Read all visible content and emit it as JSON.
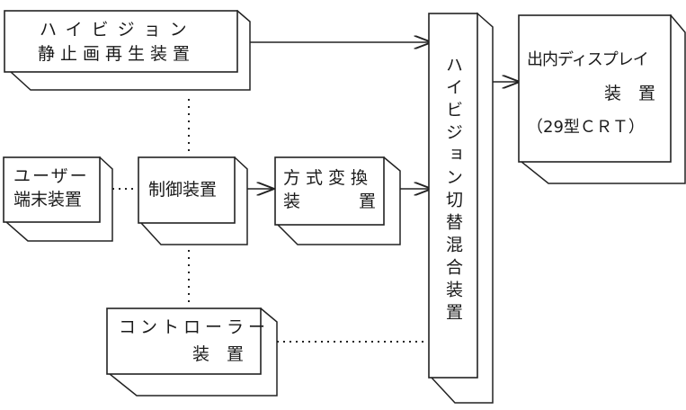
{
  "diagram": {
    "title": "",
    "blocks": {
      "hivision_still": {
        "line1": "ハイビジョン",
        "line2": "静止画再生装置"
      },
      "user_terminal": {
        "line1": "ユーザー",
        "line2": "端末装置"
      },
      "controller_unit": {
        "line1": "制御装置"
      },
      "format_converter": {
        "line1": "方式変換",
        "line2_left": "装",
        "line2_right": "置"
      },
      "switch_mixer": {
        "label": "ハイビジョン切替混合装置"
      },
      "display": {
        "line1": "出内ディスプレイ",
        "line2": "装　置",
        "line3": "（29型ＣＲＴ）"
      },
      "controller": {
        "line1": "コントローラー",
        "line2": "装　置"
      }
    },
    "connections": [
      {
        "from": "hivision_still",
        "to": "switch_mixer",
        "style": "solid-arrow"
      },
      {
        "from": "switch_mixer",
        "to": "display",
        "style": "solid-arrow"
      },
      {
        "from": "controller_unit",
        "to": "format_converter",
        "style": "solid-arrow"
      },
      {
        "from": "format_converter",
        "to": "switch_mixer",
        "style": "solid-arrow"
      },
      {
        "from": "user_terminal",
        "to": "controller_unit",
        "style": "dotted"
      },
      {
        "from": "controller_unit",
        "to": "hivision_still",
        "style": "dotted"
      },
      {
        "from": "controller_unit",
        "to": "controller",
        "style": "dotted"
      },
      {
        "from": "controller",
        "to": "switch_mixer",
        "style": "dotted"
      }
    ]
  }
}
